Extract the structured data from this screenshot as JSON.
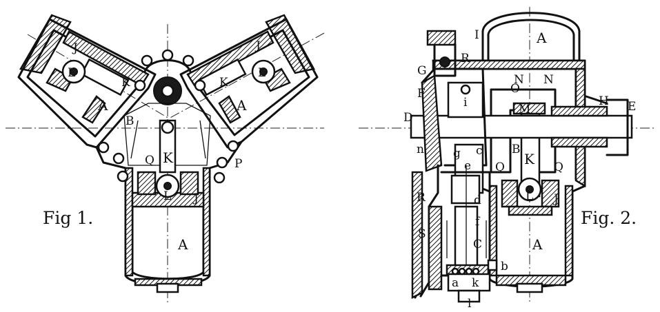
{
  "figure1": {
    "caption": "Fig 1.",
    "labels": {
      "A_left": "A",
      "A_right": "A",
      "A_bottom": "A",
      "B": "B",
      "J_left": "J",
      "J_right": "J",
      "J_bottom": "J",
      "L_left": "L",
      "L_right": "L",
      "L_bottom": "L",
      "K_left": "K",
      "K_right": "K",
      "K_bottom": "K",
      "Q": "Q",
      "P": "P"
    }
  },
  "figure2": {
    "caption": "Fig. 2.",
    "labels": {
      "A_top": "A",
      "A_bottom": "A",
      "B": "B",
      "C": "C",
      "D": "D",
      "E": "E",
      "F": "F",
      "G": "G",
      "H": "H",
      "I": "I",
      "J": "J",
      "K": "K",
      "L": "L",
      "M": "M",
      "N_left": "N",
      "N_right": "N",
      "O": "O",
      "Q_left": "Q",
      "Q_right": "Q",
      "R_top": "R",
      "R_left": "R",
      "S": "S",
      "a": "a",
      "b": "b",
      "c": "c",
      "d": "d",
      "e": "e",
      "f": "f",
      "g": "g",
      "i": "i",
      "k": "k",
      "l": "l",
      "n": "n"
    }
  }
}
